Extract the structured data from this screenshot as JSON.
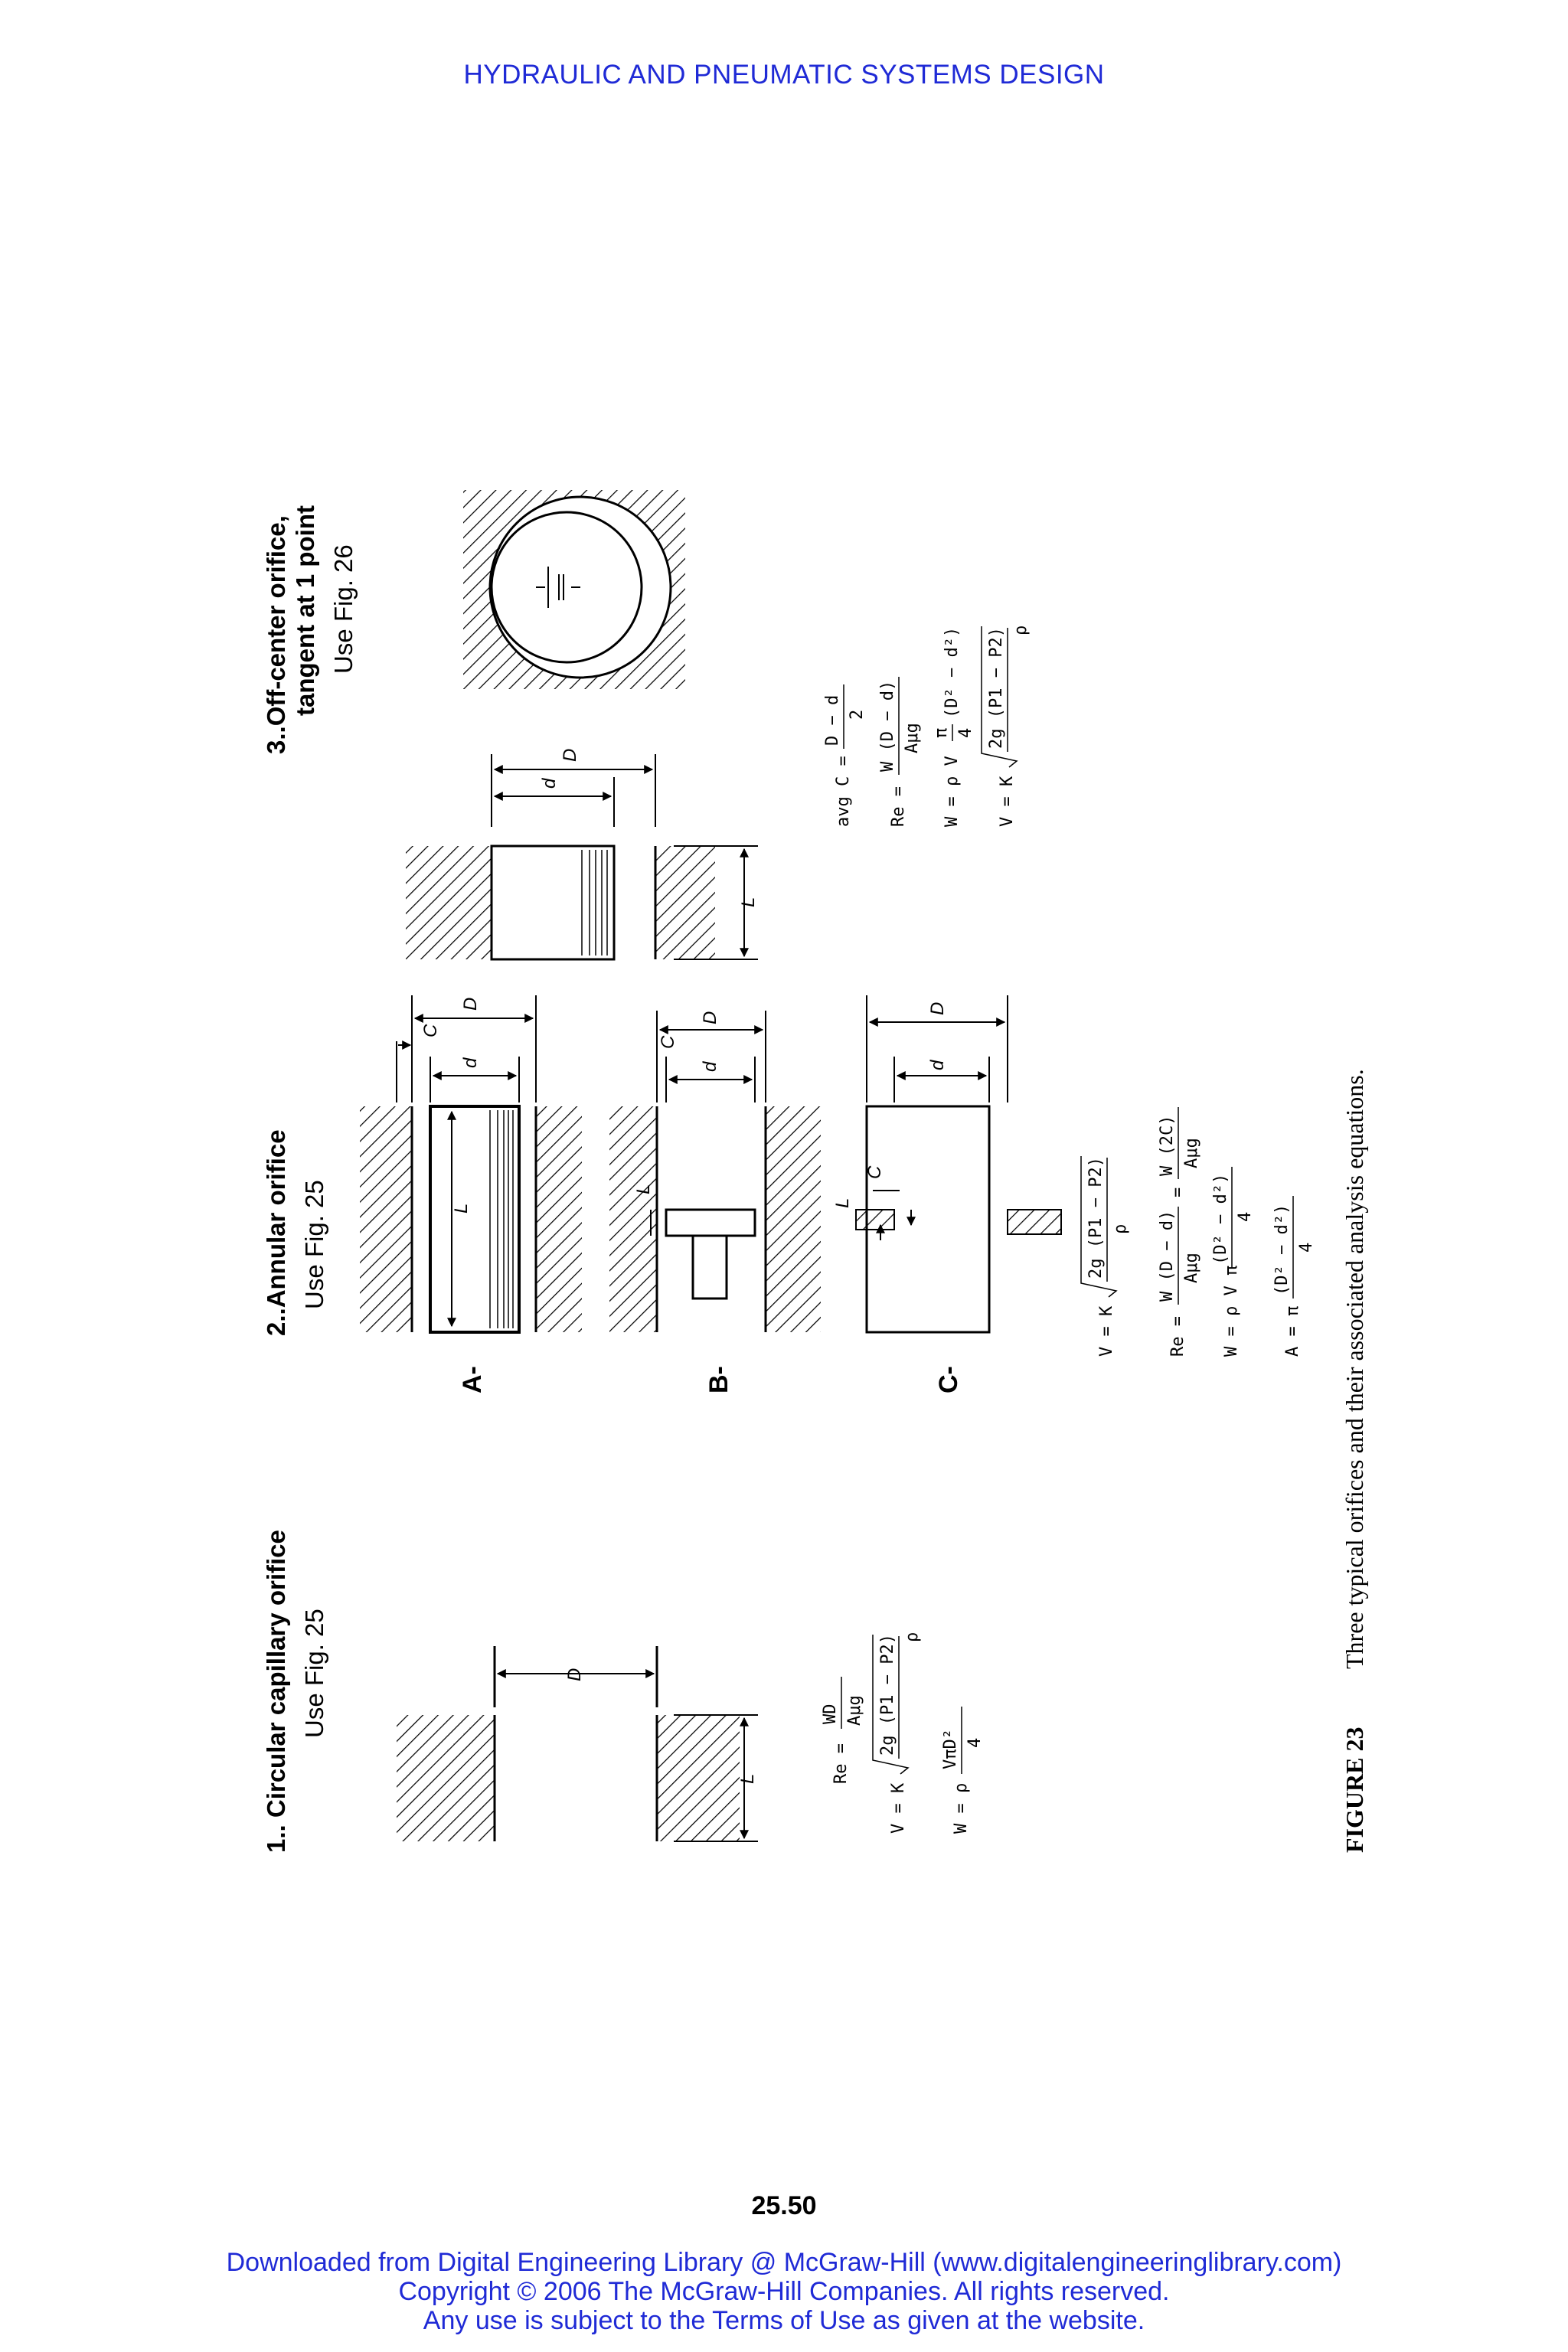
{
  "header": {
    "running_head": "HYDRAULIC AND PNEUMATIC SYSTEMS DESIGN"
  },
  "figure": {
    "caption_label": "FIGURE 23",
    "caption_text": "Three typical orifices and their associated analysis equations.",
    "sections": [
      {
        "title": "1.. Circular capillary orifice",
        "ref": "Use Fig. 25"
      },
      {
        "title": "2..Annular orifice",
        "ref": "Use Fig. 25"
      },
      {
        "title_line1": "3..Off-center orifice,",
        "title_line2": "tangent at 1 point",
        "ref": "Use Fig. 26"
      }
    ],
    "variants": {
      "a": "A-",
      "b": "B-",
      "c": "C-"
    },
    "dimension_labels": {
      "D": "D",
      "d": "d",
      "L": "L",
      "C": "C"
    },
    "equations": {
      "s1": {
        "re_lhs": "Re =",
        "re_num": "WD",
        "re_den": "Aμg",
        "v_lhs": "V = K",
        "v_num": "2g (P1 − P2)",
        "v_den": "ρ",
        "w_lhs": "W = ρ",
        "w_num": "VπD²",
        "w_den": "4"
      },
      "s2": {
        "v_lhs": "V = K",
        "v_num": "2g (P1 − P2)",
        "v_den": "ρ",
        "re_lhs": "Re =",
        "re_num": "W (D − d)",
        "re_den": "Aμg",
        "re_eq": "=",
        "re_num2": "W (2C)",
        "re_den2": "Aμg",
        "w_lhs": "W = ρ V π",
        "w_num": "(D² − d²)",
        "w_den": "4",
        "a_lhs": "A = π",
        "a_num": "(D² − d²)",
        "a_den": "4"
      },
      "s3": {
        "c_lhs": "avg C =",
        "c_num": "D − d",
        "c_den": "2",
        "re_lhs": "Re =",
        "re_num": "W (D − d)",
        "re_den": "Aμg",
        "w_lhs": "W = ρ V",
        "w_pi": "π",
        "w_four": "4",
        "w_rhs": "(D² − d²)",
        "v_lhs": "V = K",
        "v_num": "2g (P1 − P2)",
        "v_den": "ρ"
      }
    }
  },
  "page": {
    "number": "25.50"
  },
  "footer": {
    "line1": "Downloaded from Digital Engineering Library @ McGraw-Hill (www.digitalengineeringlibrary.com)",
    "line2": "Copyright © 2006 The McGraw-Hill Companies. All rights reserved.",
    "line3": "Any use is subject to the Terms of Use as given at the website."
  }
}
